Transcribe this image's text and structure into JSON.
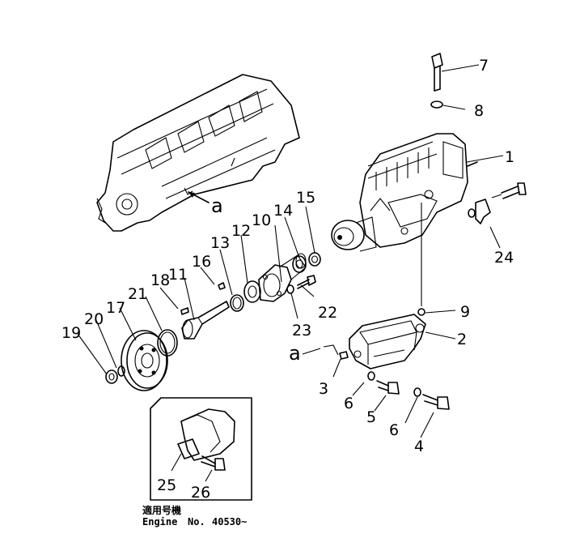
{
  "part_labels": [
    "1",
    "2",
    "3",
    "4",
    "5",
    "6",
    "6",
    "7",
    "8",
    "9",
    "10",
    "11",
    "12",
    "13",
    "14",
    "15",
    "16",
    "17",
    "18",
    "19",
    "20",
    "21",
    "22",
    "23",
    "24",
    "25",
    "26"
  ],
  "ref_marks": [
    "a",
    "a"
  ],
  "applicability": {
    "heading": "適用号機",
    "engine_label": "Engine",
    "number_label": "No.",
    "serial": "40530~"
  }
}
